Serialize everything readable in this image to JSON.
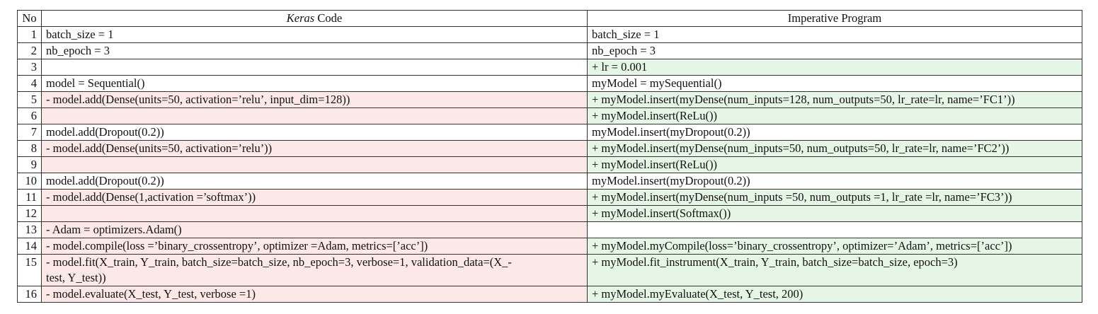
{
  "header": {
    "no": "No",
    "keras_italic": "Keras",
    "keras_rest": " Code",
    "imperative": "Imperative Program"
  },
  "rows": [
    {
      "no": "1",
      "keras": "batch_size = 1",
      "keras_type": "same",
      "imp": "batch_size = 1",
      "imp_type": "same"
    },
    {
      "no": "2",
      "keras": "nb_epoch = 3",
      "keras_type": "same",
      "imp": "nb_epoch = 3",
      "imp_type": "same"
    },
    {
      "no": "3",
      "keras": "",
      "keras_type": "same",
      "imp": "+ lr = 0.001",
      "imp_type": "add"
    },
    {
      "no": "4",
      "keras": "model = Sequential()",
      "keras_type": "same",
      "imp": "myModel = mySequential()",
      "imp_type": "same"
    },
    {
      "no": "5",
      "keras": "- model.add(Dense(units=50, activation=’relu’, input_dim=128))",
      "keras_type": "del",
      "imp": "+ myModel.insert(myDense(num_inputs=128, num_outputs=50, lr_rate=lr, name=’FC1’))",
      "imp_type": "add"
    },
    {
      "no": "6",
      "keras": "",
      "keras_type": "del",
      "imp": "+ myModel.insert(ReLu())",
      "imp_type": "add"
    },
    {
      "no": "7",
      "keras": "model.add(Dropout(0.2))",
      "keras_type": "same",
      "imp": "myModel.insert(myDropout(0.2))",
      "imp_type": "same"
    },
    {
      "no": "8",
      "keras": "- model.add(Dense(units=50, activation=’relu’))",
      "keras_type": "del",
      "imp": "+ myModel.insert(myDense(num_inputs=50, num_outputs=50, lr_rate=lr, name=’FC2’))",
      "imp_type": "add"
    },
    {
      "no": "9",
      "keras": "",
      "keras_type": "del",
      "imp": "+ myModel.insert(ReLu())",
      "imp_type": "add"
    },
    {
      "no": "10",
      "keras": "model.add(Dropout(0.2))",
      "keras_type": "same",
      "imp": "myModel.insert(myDropout(0.2))",
      "imp_type": "same"
    },
    {
      "no": "11",
      "keras": "- model.add(Dense(1,activation =’softmax’))",
      "keras_type": "del",
      "imp": "+ myModel.insert(myDense(num_inputs =50, num_outputs =1, lr_rate =lr, name=’FC3’))",
      "imp_type": "add"
    },
    {
      "no": "12",
      "keras": "",
      "keras_type": "del",
      "imp": "+ myModel.insert(Softmax())",
      "imp_type": "add"
    },
    {
      "no": "13",
      "keras": "- Adam = optimizers.Adam()",
      "keras_type": "del",
      "imp": "",
      "imp_type": "same"
    },
    {
      "no": "14",
      "keras": "- model.compile(loss =’binary_crossentropy’, optimizer =Adam, metrics=[’acc’])",
      "keras_type": "del",
      "imp": "+ myModel.myCompile(loss=’binary_crossentropy’, optimizer=’Adam’, metrics=[’acc’])",
      "imp_type": "add"
    },
    {
      "no": "15",
      "keras": "- model.fit(X_train, Y_train, batch_size=batch_size, nb_epoch=3, verbose=1, validation_data=(X_-\ntest, Y_test))",
      "keras_type": "del",
      "imp": "+ myModel.fit_instrument(X_train, Y_train, batch_size=batch_size, epoch=3)",
      "imp_type": "add"
    },
    {
      "no": "16",
      "keras": "- model.evaluate(X_test, Y_test, verbose =1)",
      "keras_type": "del",
      "imp": "+ myModel.myEvaluate(X_test, Y_test, 200)",
      "imp_type": "add"
    }
  ],
  "colors": {
    "deleted_bg": "#fde8e8",
    "added_bg": "#e6f6e6",
    "border": "#333333"
  }
}
